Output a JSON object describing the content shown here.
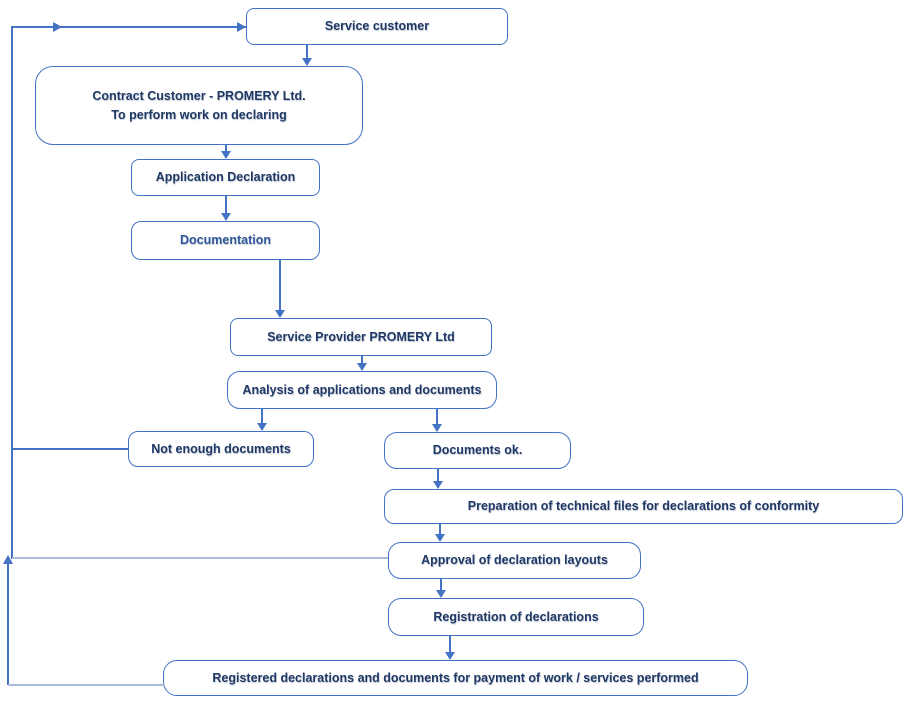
{
  "theme": {
    "box_border": "#4472C4",
    "connector": "#4472C4",
    "connector_light": "#A9BCDD",
    "text": "#1F3864",
    "text_alt": "#2F5798",
    "background": "#FFFFFF"
  },
  "nodes": {
    "service_customer": {
      "label": "Service customer"
    },
    "contract_customer": {
      "line1": "Contract Customer - PROMERY Ltd.",
      "line2": "To perform work on declaring"
    },
    "application_declaration": {
      "label": "Application Declaration"
    },
    "documentation": {
      "label": "Documentation"
    },
    "service_provider": {
      "label": "Service Provider PROMERY Ltd"
    },
    "analysis": {
      "label": "Analysis of applications and documents"
    },
    "not_enough_documents": {
      "label": "Not enough documents"
    },
    "documents_ok": {
      "label": "Documents ok."
    },
    "preparation": {
      "label": "Preparation of technical files for declarations of conformity"
    },
    "approval": {
      "label": "Approval of declaration layouts"
    },
    "registration": {
      "label": "Registration of declarations"
    },
    "registered": {
      "label": "Registered declarations and documents for payment of work / services performed"
    }
  }
}
